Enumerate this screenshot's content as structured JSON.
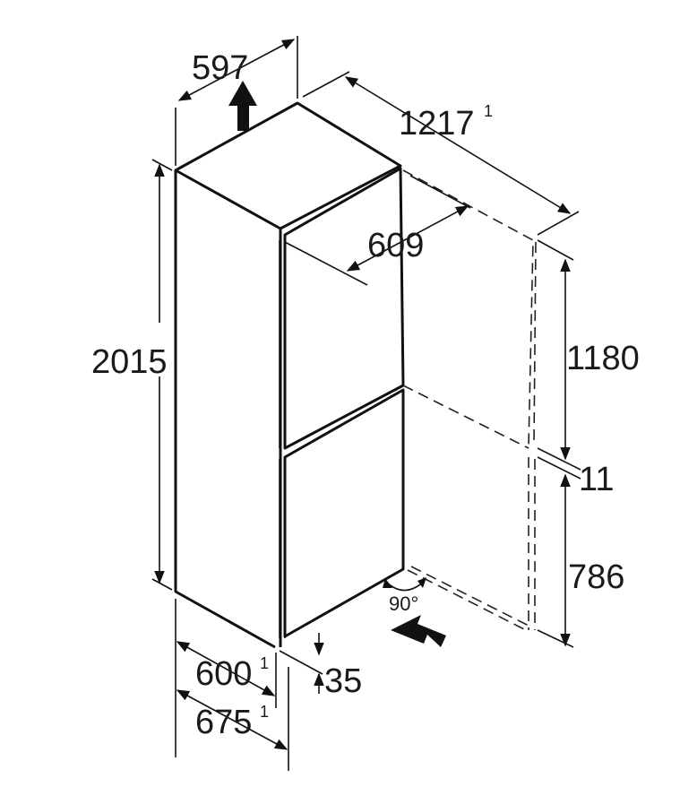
{
  "dimensions": {
    "width": {
      "value": "597"
    },
    "door_open_depth": {
      "value": "1217",
      "note": "1"
    },
    "door_depth": {
      "value": "609"
    },
    "height": {
      "value": "2015"
    },
    "upper_door": {
      "value": "1180"
    },
    "gap": {
      "value": "11"
    },
    "lower_door": {
      "value": "786"
    },
    "depth": {
      "value": "600",
      "note": "1"
    },
    "depth_with_handle": {
      "value": "675",
      "note": "1"
    },
    "plinth": {
      "value": "35"
    },
    "door_angle": {
      "value": "90°"
    }
  },
  "icons": {
    "air_up": "arrow-up-icon",
    "air_in": "arrow-left-icon"
  },
  "colors": {
    "line": "#111111",
    "background": "#ffffff"
  }
}
